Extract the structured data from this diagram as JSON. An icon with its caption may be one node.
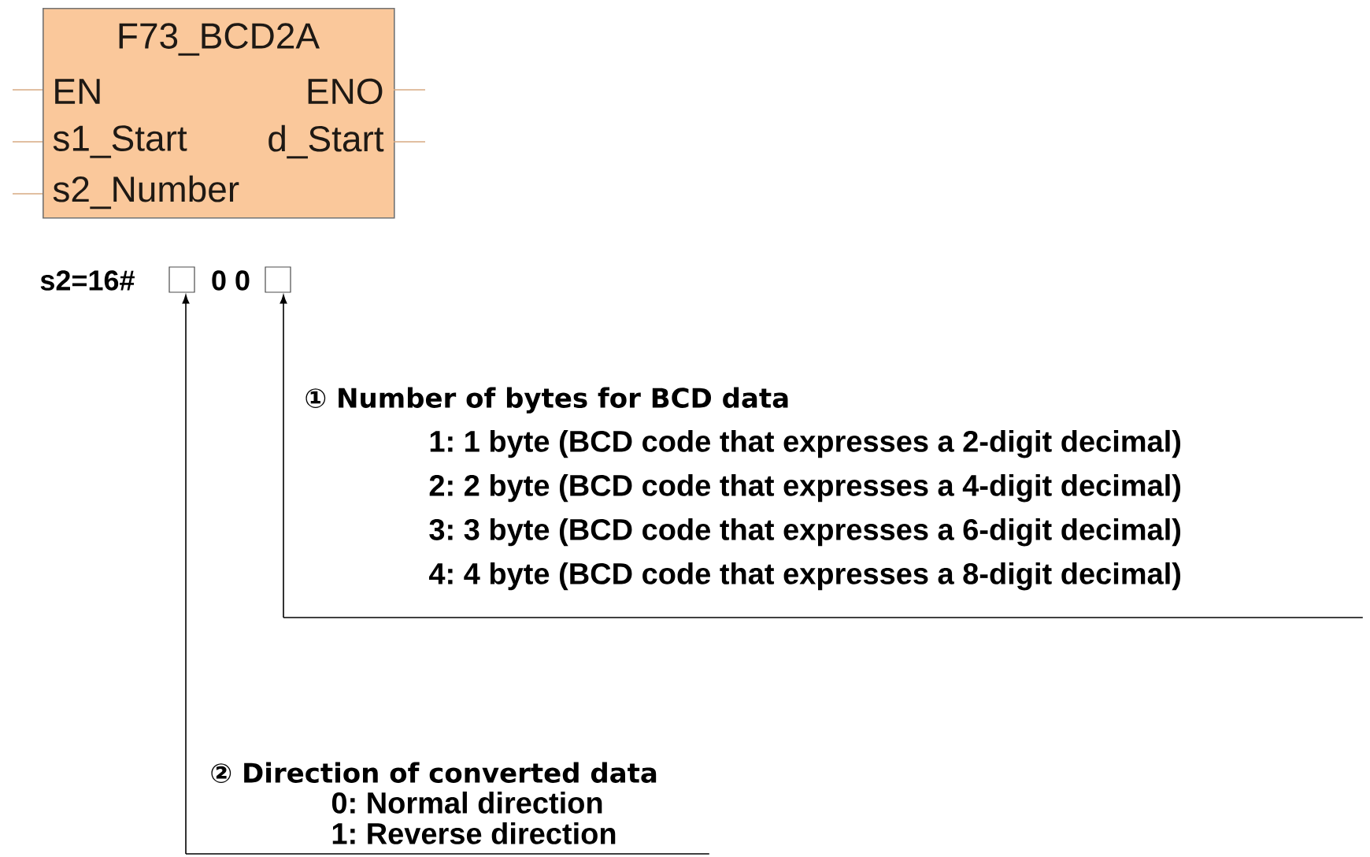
{
  "diagram": {
    "nodes": [
      {
        "text": [
          "F73_BCD2A",
          "EN",
          "ENO",
          "s1_Start",
          "d_Start",
          "s2_Number"
        ]
      },
      {
        "text": [],
        "shape": "box"
      },
      {
        "text": [],
        "shape": "box"
      },
      {
        "text": [
          "① Number of bytes for BCD data",
          "1: 1 byte (BCD code that expresses a 2-digit decimal)",
          "2: 2 byte (BCD code that expresses a 4-digit decimal)",
          "3: 3 byte (BCD code that expresses a 6-digit decimal)",
          "4: 4 byte (BCD code that expresses a 8-digit decimal)"
        ]
      },
      {
        "text": [
          "② Direction of converted data",
          "0: Normal direction",
          "1: Reverse direction"
        ]
      }
    ],
    "edges": [
      {
        "from": 3,
        "to": 2,
        "arrow": "to"
      },
      {
        "from": 4,
        "to": 1,
        "arrow": "to"
      }
    ],
    "labels": [
      "s2=16#",
      "0 0"
    ]
  }
}
